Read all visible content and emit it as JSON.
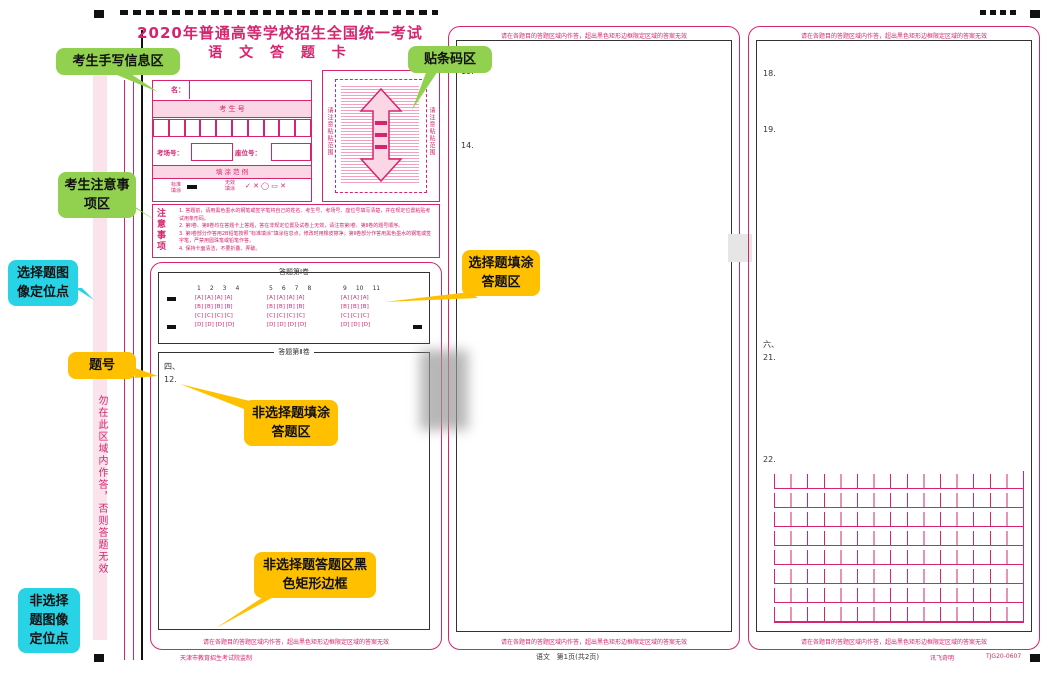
{
  "header": {
    "title_line1": "2020年普通高等学校招生全国统一考试",
    "title_line2": "语 文 答 题 卡"
  },
  "info": {
    "name_label": "名：",
    "exam_id_label": "考 生 号",
    "room_label": "考场号：",
    "seat_label": "座位号：",
    "fill_example_label": "填 涂 范 例",
    "standard_label": "标准\n填涂",
    "wrong_label": "无效\n填涂",
    "barcode_side": "请注意粘贴范围",
    "notes_title": "注意事项",
    "notes": [
      "1. 答题前，请用黑色墨水的钢笔或签字笔将自己的姓名、考生号、考场号、座位号填写清楚，并在规定位置粘贴考试用条形码。",
      "2. 第Ⅰ卷、第Ⅱ卷均在答题卡上答题，答在非规定位置及试卷上无效，请注意第Ⅰ卷、第Ⅱ卷的题号顺序。",
      "3. 第Ⅰ卷部分作答用2B铅笔按照“标准填涂”填涂信息点，修改时用橡皮擦净；第Ⅱ卷部分作答用黑色墨水的钢笔或签字笔，严禁用圆珠笔或铅笔作答。",
      "4. 保持卡面清洁，不要折叠、弄破。"
    ]
  },
  "section1": {
    "title": "答题第Ⅰ卷",
    "groups": [
      {
        "nums": [
          "1",
          "2",
          "3",
          "4"
        ]
      },
      {
        "nums": [
          "5",
          "6",
          "7",
          "8"
        ]
      },
      {
        "nums": [
          "9",
          "10",
          "11"
        ]
      }
    ],
    "options": [
      "[A]",
      "[B]",
      "[C]",
      "[D]"
    ]
  },
  "section2": {
    "title": "答题第Ⅱ卷",
    "part": "四、",
    "q12": "12."
  },
  "side_warning": "勿在此区域内作答，否则答题无效",
  "panel_note": "请在各题目的答题区域内作答，超出黑色矩形边框限定区域的答案无效",
  "page2": {
    "q13": "13.",
    "q14": "14."
  },
  "page3": {
    "q18": "18.",
    "q19": "19.",
    "part6": "六、",
    "q21": "21.",
    "q22": "22."
  },
  "footer": {
    "left": "天津市教育招生考试院监制",
    "center": "语文   第1页(共2页)",
    "right1": "讯飞奇明",
    "right2": "TJG20-0607"
  },
  "callouts": {
    "handwrite": "考生手写信息区",
    "barcode": "贴条码区",
    "notes": "考生注意事项区",
    "choice_locate": "选择题图像定位点",
    "choice_fill": "选择题填涂答题区",
    "qnum": "题号",
    "nonchoice_fill": "非选择题填涂答题区",
    "nonchoice_border": "非选择题答题区黑色矩形边框",
    "nonchoice_locate": "非选择题图像定位点"
  },
  "colors": {
    "accent": "#d6246e",
    "green": "#92d050",
    "orange": "#ffc000",
    "cyan": "#29d3e6"
  }
}
